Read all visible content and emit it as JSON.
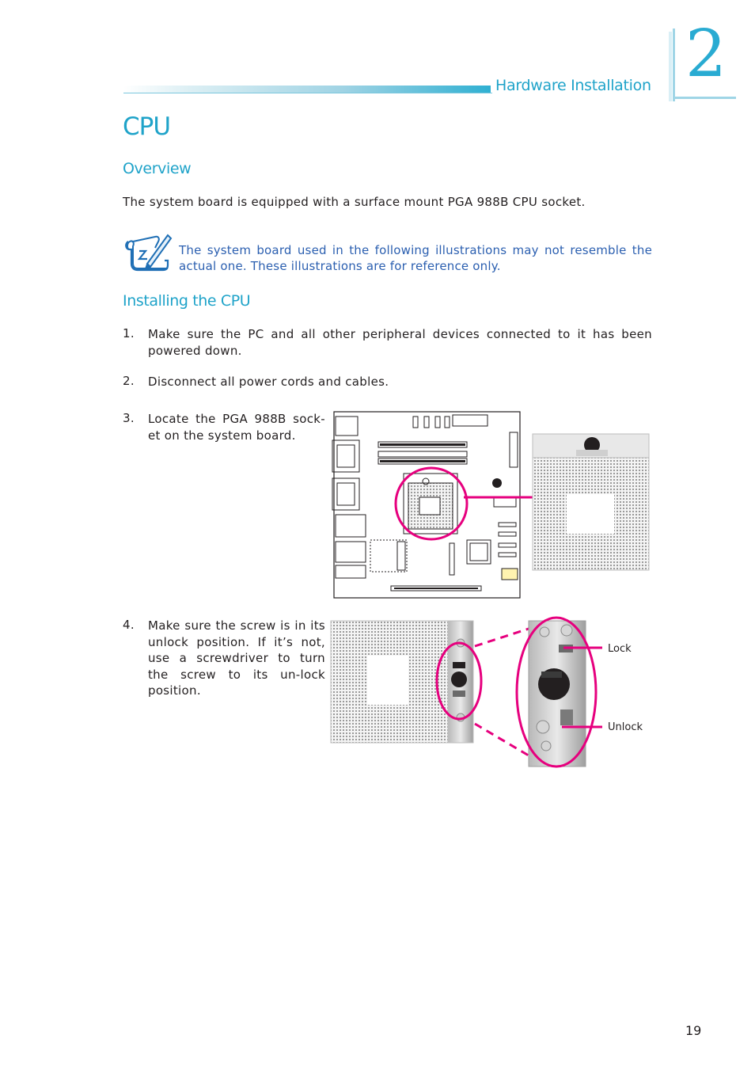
{
  "header": {
    "section_title": "Hardware Installation",
    "chapter_number": "2",
    "accent_color": "#1fa3c9"
  },
  "page": {
    "title": "CPU",
    "page_number": "19"
  },
  "overview": {
    "heading": "Overview",
    "text": "The system board is equipped with a surface mount PGA 988B CPU socket."
  },
  "note": {
    "icon": "note-scroll-pen-icon",
    "text": "The system board used in the following illustrations may not resemble the actual one. These illustrations are for reference only.",
    "color": "#2b5fb0"
  },
  "installing": {
    "heading": "Installing the CPU",
    "steps": [
      {
        "number": "1.",
        "text": "Make sure the PC and all other peripheral devices connected to it has been powered down."
      },
      {
        "number": "2.",
        "text": "Disconnect all power cords and cables."
      },
      {
        "number": "3.",
        "text": "Locate the PGA 988B sock-et on the system board."
      },
      {
        "number": "4.",
        "text": "Make sure the screw is in its unlock position. If it’s not, use a screwdriver to turn the screw to its un-lock position."
      }
    ]
  },
  "figures": {
    "highlight_color": "#e6007e",
    "lock_label": "Lock",
    "unlock_label": "Unlock"
  }
}
